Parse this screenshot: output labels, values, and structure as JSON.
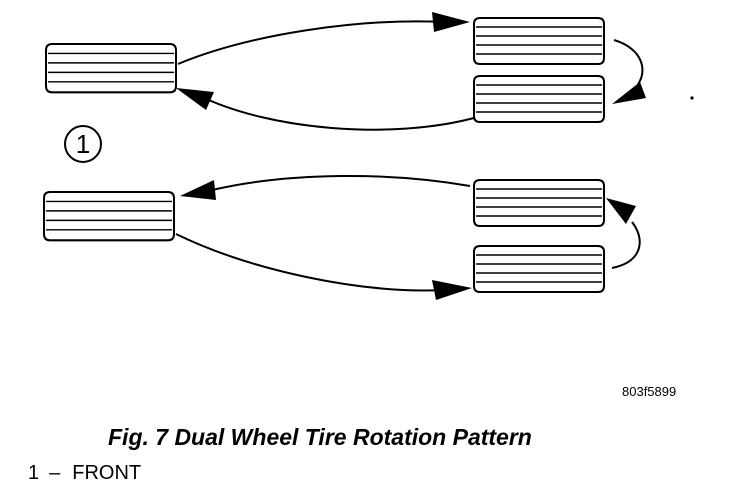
{
  "diagram": {
    "callout_number": "1",
    "figure_id": "803f5899",
    "caption": "Fig. 7 Dual Wheel Tire Rotation Pattern",
    "legend": [
      {
        "number": "1",
        "separator": "–",
        "label": "FRONT"
      }
    ]
  }
}
